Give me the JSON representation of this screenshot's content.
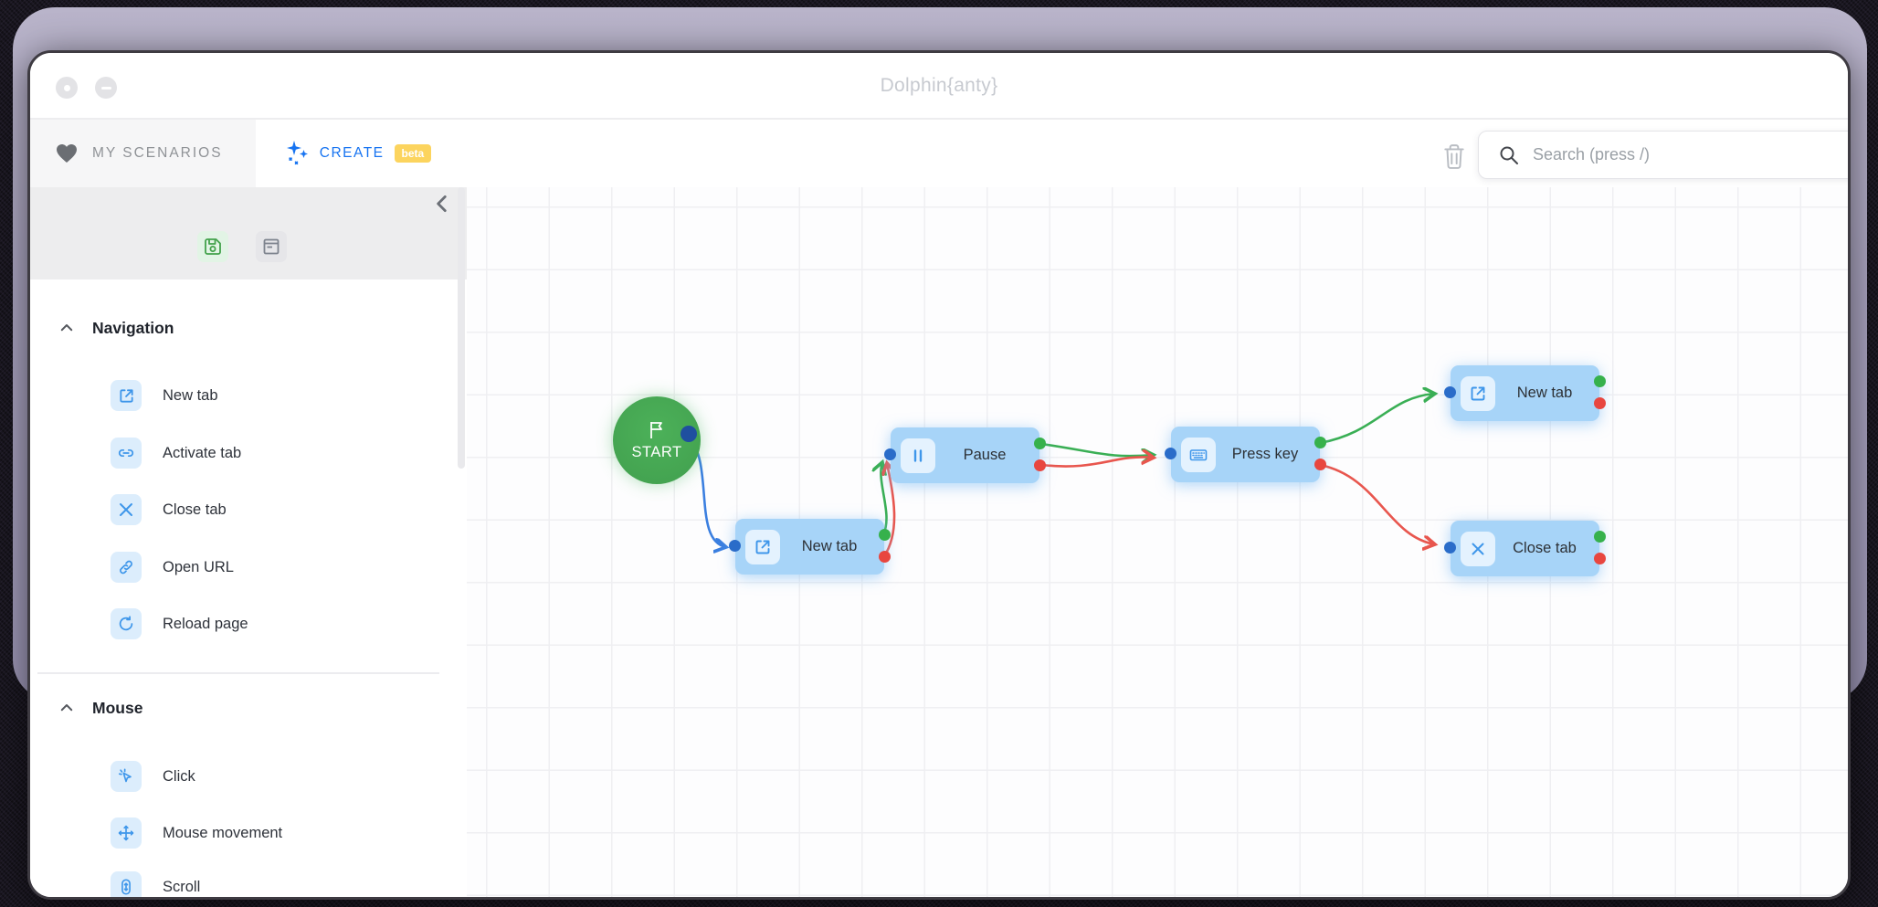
{
  "window": {
    "title": "Dolphin{anty}",
    "controls": [
      {
        "icon": "dot-button-icon"
      },
      {
        "icon": "minimize-icon"
      }
    ]
  },
  "tabs": {
    "my_scenarios": {
      "label": "MY SCENARIOS",
      "icon": "heart-icon"
    },
    "create": {
      "label": "CREATE",
      "badge": "beta",
      "icon": "sparkles-icon"
    }
  },
  "topbar": {
    "search": {
      "placeholder": "Search (press /)",
      "icon": "search-icon"
    },
    "trash": {
      "icon": "trash-icon"
    }
  },
  "sidebar": {
    "collapse": {
      "icon": "chevron-left-icon"
    },
    "toolbar": {
      "buttons": [
        {
          "icon": "save-icon"
        },
        {
          "icon": "form-icon"
        }
      ]
    },
    "sections": [
      {
        "title": "Navigation",
        "items": [
          {
            "label": "New tab",
            "icon": "new-tab-icon"
          },
          {
            "label": "Activate tab",
            "icon": "activate-tab-icon"
          },
          {
            "label": "Close tab",
            "icon": "close-tab-icon"
          },
          {
            "label": "Open URL",
            "icon": "open-url-icon"
          },
          {
            "label": "Reload page",
            "icon": "reload-icon"
          }
        ]
      },
      {
        "title": "Mouse",
        "items": [
          {
            "label": "Click",
            "icon": "click-icon"
          },
          {
            "label": "Mouse movement",
            "icon": "mouse-move-icon"
          },
          {
            "label": "Scroll",
            "icon": "scroll-icon"
          }
        ]
      }
    ]
  },
  "canvas": {
    "start": {
      "label": "START",
      "icon": "flag-icon"
    },
    "nodes": [
      {
        "label": "New tab",
        "icon": "new-tab-icon"
      },
      {
        "label": "Pause",
        "icon": "pause-icon"
      },
      {
        "label": "Press key",
        "icon": "keyboard-icon"
      },
      {
        "label": "New tab",
        "icon": "new-tab-icon"
      },
      {
        "label": "Close tab",
        "icon": "close-tab-icon"
      }
    ],
    "edges": [
      {
        "from": "start",
        "to": "new-tab-1",
        "color": "blue"
      },
      {
        "from": "new-tab-1-success",
        "to": "pause",
        "color": "green"
      },
      {
        "from": "new-tab-1-error",
        "to": "pause",
        "color": "red"
      },
      {
        "from": "pause-success",
        "to": "press-key",
        "color": "green"
      },
      {
        "from": "pause-error",
        "to": "press-key",
        "color": "red"
      },
      {
        "from": "press-key-success",
        "to": "new-tab-2",
        "color": "green"
      },
      {
        "from": "press-key-error",
        "to": "close-tab",
        "color": "red"
      }
    ]
  },
  "colors": {
    "accent_blue": "#1673f1",
    "node_fill": "#a7d4f8",
    "success_green": "#36b14c",
    "error_red": "#e8463f",
    "port_blue": "#2a6cc9",
    "start_green": "#47a853",
    "beta_badge_bg": "#fcd45e",
    "edge_blue": "#3b7fe0"
  }
}
